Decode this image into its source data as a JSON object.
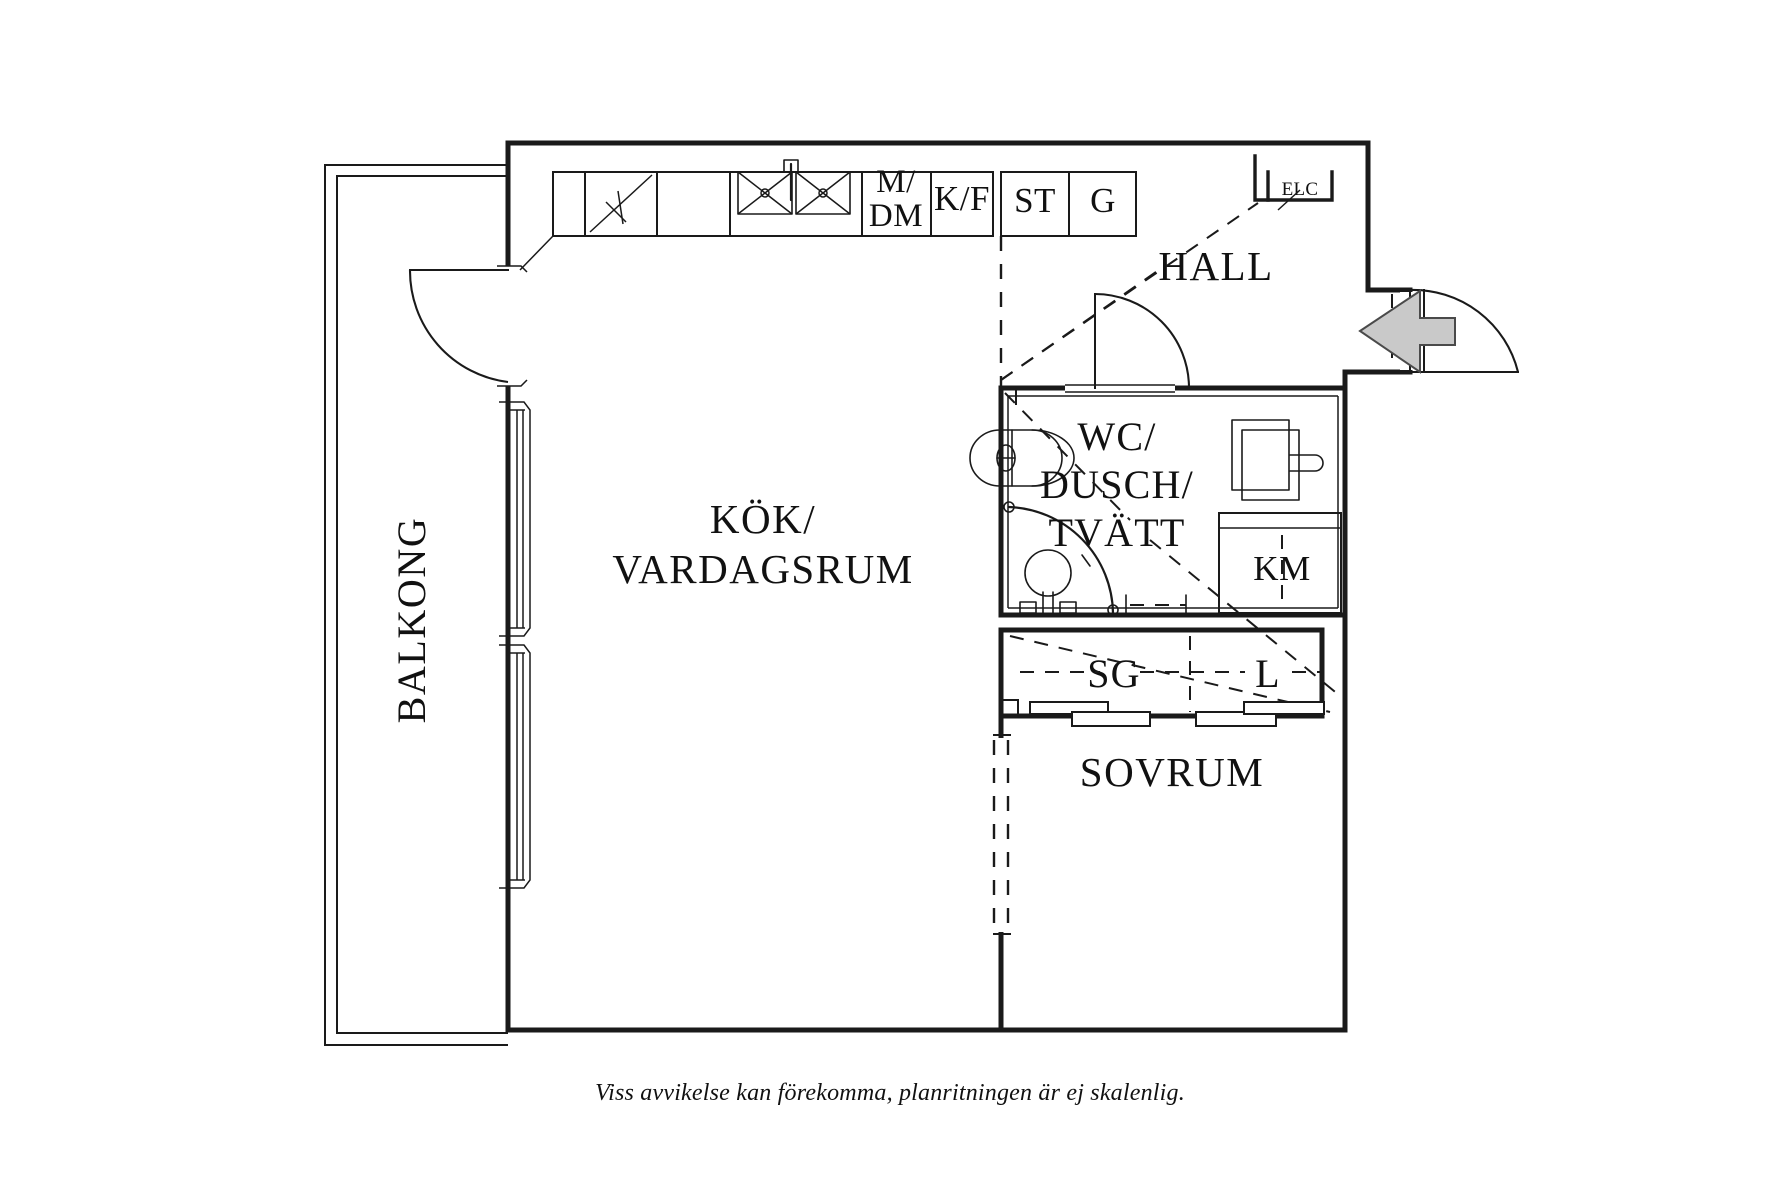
{
  "document": {
    "type": "floor-plan",
    "language": "sv",
    "caption": "Viss avvikelse kan förekomma, planritningen är ej skalenlig.",
    "background_color": "#ffffff",
    "line_color": "#1a1a1a",
    "entry_arrow_color": "#c9c9c9"
  },
  "rooms": [
    {
      "id": "balkong",
      "label": "BALKONG",
      "orientation": "vertical"
    },
    {
      "id": "kok-vardagsrum",
      "label_line1": "KÖK/",
      "label_line2": "VARDAGSRUM"
    },
    {
      "id": "hall",
      "label": "HALL"
    },
    {
      "id": "wc-dusch-tvatt",
      "label_line1": "WC/",
      "label_line2": "DUSCH/",
      "label_line3": "TVÄTT"
    },
    {
      "id": "sovrum",
      "label": "SOVRUM"
    }
  ],
  "fixtures": [
    {
      "id": "kitchen-counter",
      "label": ""
    },
    {
      "id": "kitchen-sink-double",
      "label": ""
    },
    {
      "id": "microwave-dishwasher",
      "label_line1": "M/",
      "label_line2": "DM"
    },
    {
      "id": "fridge-freezer",
      "label": "K/F"
    },
    {
      "id": "storage-closet",
      "label": "ST"
    },
    {
      "id": "wardrobe-g",
      "label": "G"
    },
    {
      "id": "electrical-panel",
      "label": "ELC"
    },
    {
      "id": "washing-machine",
      "label": "KM"
    },
    {
      "id": "mirror-cabinet",
      "label": ""
    },
    {
      "id": "toilet",
      "label": ""
    },
    {
      "id": "shower",
      "label": ""
    },
    {
      "id": "wardrobe-sg",
      "label": "SG"
    },
    {
      "id": "wardrobe-l",
      "label": "L"
    }
  ],
  "annotations": {
    "entry_arrow": "entrance-direction-arrow",
    "front_door": "front-door-swing",
    "balcony_door": "balcony-door-swing",
    "bathroom_door": "bathroom-door-swing"
  }
}
